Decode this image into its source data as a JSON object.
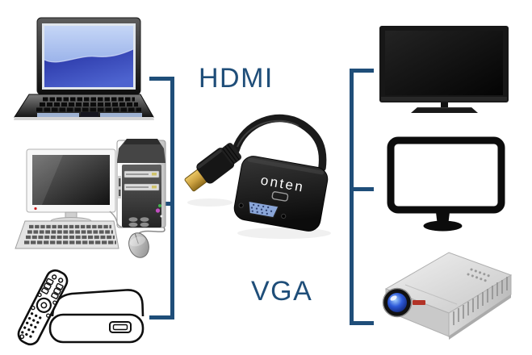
{
  "page": {
    "background": "#ffffff",
    "kind": "hdmi-to-vga-adapter-connection-diagram"
  },
  "labels": {
    "input_standard": "HDMI",
    "output_standard": "VGA"
  },
  "adapter": {
    "brand": "onten",
    "icon": "hdmi-to-vga-adapter-icon"
  },
  "source_devices": [
    {
      "icon": "laptop-icon"
    },
    {
      "icon": "desktop-computer-icon"
    },
    {
      "icon": "tv-box-with-remote-icon"
    }
  ],
  "display_devices": [
    {
      "icon": "tv-icon"
    },
    {
      "icon": "monitor-icon"
    },
    {
      "icon": "projector-icon"
    }
  ],
  "colors": {
    "accent_blue": "#1f4e79",
    "adapter_body_black": "#1a1a1a",
    "vga_port_blue": "#8aa6d8",
    "hdmi_connector_gold": "#d4a93c",
    "laptop_screen_blue": "#3a4cc0",
    "projector_silver": "#d9d9d9"
  }
}
